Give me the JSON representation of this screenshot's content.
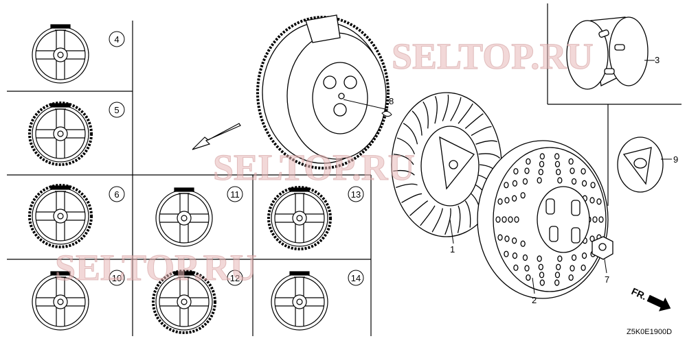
{
  "diagram": {
    "watermark": "SELTOP.RU",
    "part_code": "Z5K0E1900D",
    "front_marker": "FR.",
    "callouts": {
      "flywheel_4": "4",
      "flywheel_5": "5",
      "flywheel_6": "6",
      "flywheel_10": "10",
      "flywheel_11": "11",
      "flywheel_12": "12",
      "flywheel_13": "13",
      "flywheel_14": "14",
      "fan": "1",
      "pulley": "2",
      "cup": "3",
      "nut": "7",
      "key": "8",
      "plate": "9"
    },
    "colors": {
      "line": "#000000",
      "watermark": "#e8b8b8"
    }
  }
}
